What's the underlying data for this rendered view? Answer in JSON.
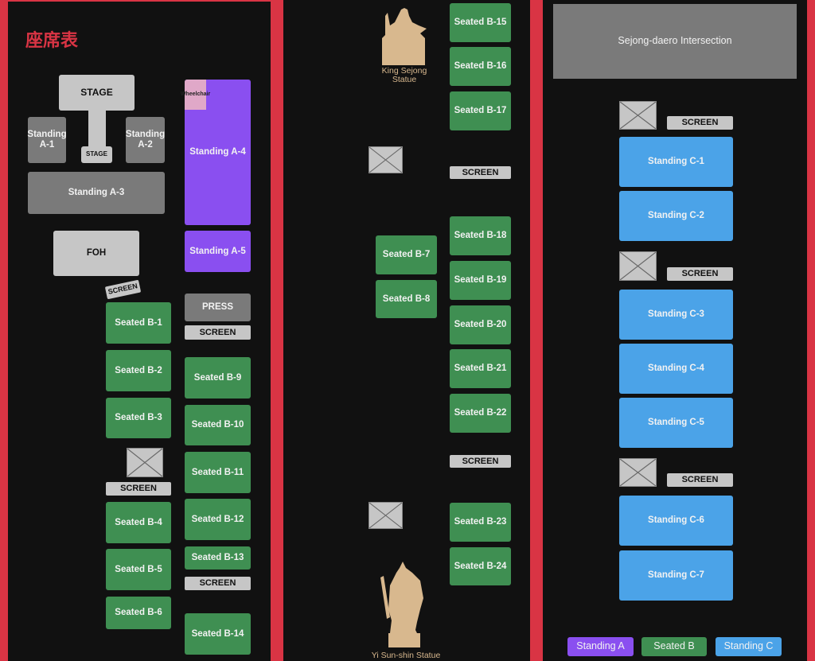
{
  "title": "座席表",
  "stage": {
    "main": "STAGE",
    "small": "STAGE"
  },
  "standing_a": [
    "Standing A-1",
    "Standing A-2",
    "Standing A-3",
    "Standing A-4",
    "Standing A-5"
  ],
  "wheelchair": "Wheelchair",
  "foh": "FOH",
  "press": "PRESS",
  "screen": "SCREEN",
  "seated_b": [
    "Seated B-1",
    "Seated B-2",
    "Seated B-3",
    "Seated B-4",
    "Seated B-5",
    "Seated B-6",
    "Seated B-7",
    "Seated B-8",
    "Seated B-9",
    "Seated B-10",
    "Seated B-11",
    "Seated B-12",
    "Seated B-13",
    "Seated B-14",
    "Seated B-15",
    "Seated B-16",
    "Seated B-17",
    "Seated B-18",
    "Seated B-19",
    "Seated B-20",
    "Seated B-21",
    "Seated B-22",
    "Seated B-23",
    "Seated B-24"
  ],
  "standing_c": [
    "Standing C-1",
    "Standing C-2",
    "Standing C-3",
    "Standing C-4",
    "Standing C-5",
    "Standing C-6",
    "Standing C-7"
  ],
  "intersection": "Sejong-daero Intersection",
  "statues": {
    "sejong": "King Sejong Statue",
    "yi": "Yi Sun-shin Statue"
  },
  "legend": [
    "Standing A",
    "Seated B",
    "Standing C"
  ],
  "colors": {
    "standing_a": "#8a4ff0",
    "seated_b": "#3f8f52",
    "standing_c": "#4ba3e8",
    "frame": "#d93444"
  }
}
